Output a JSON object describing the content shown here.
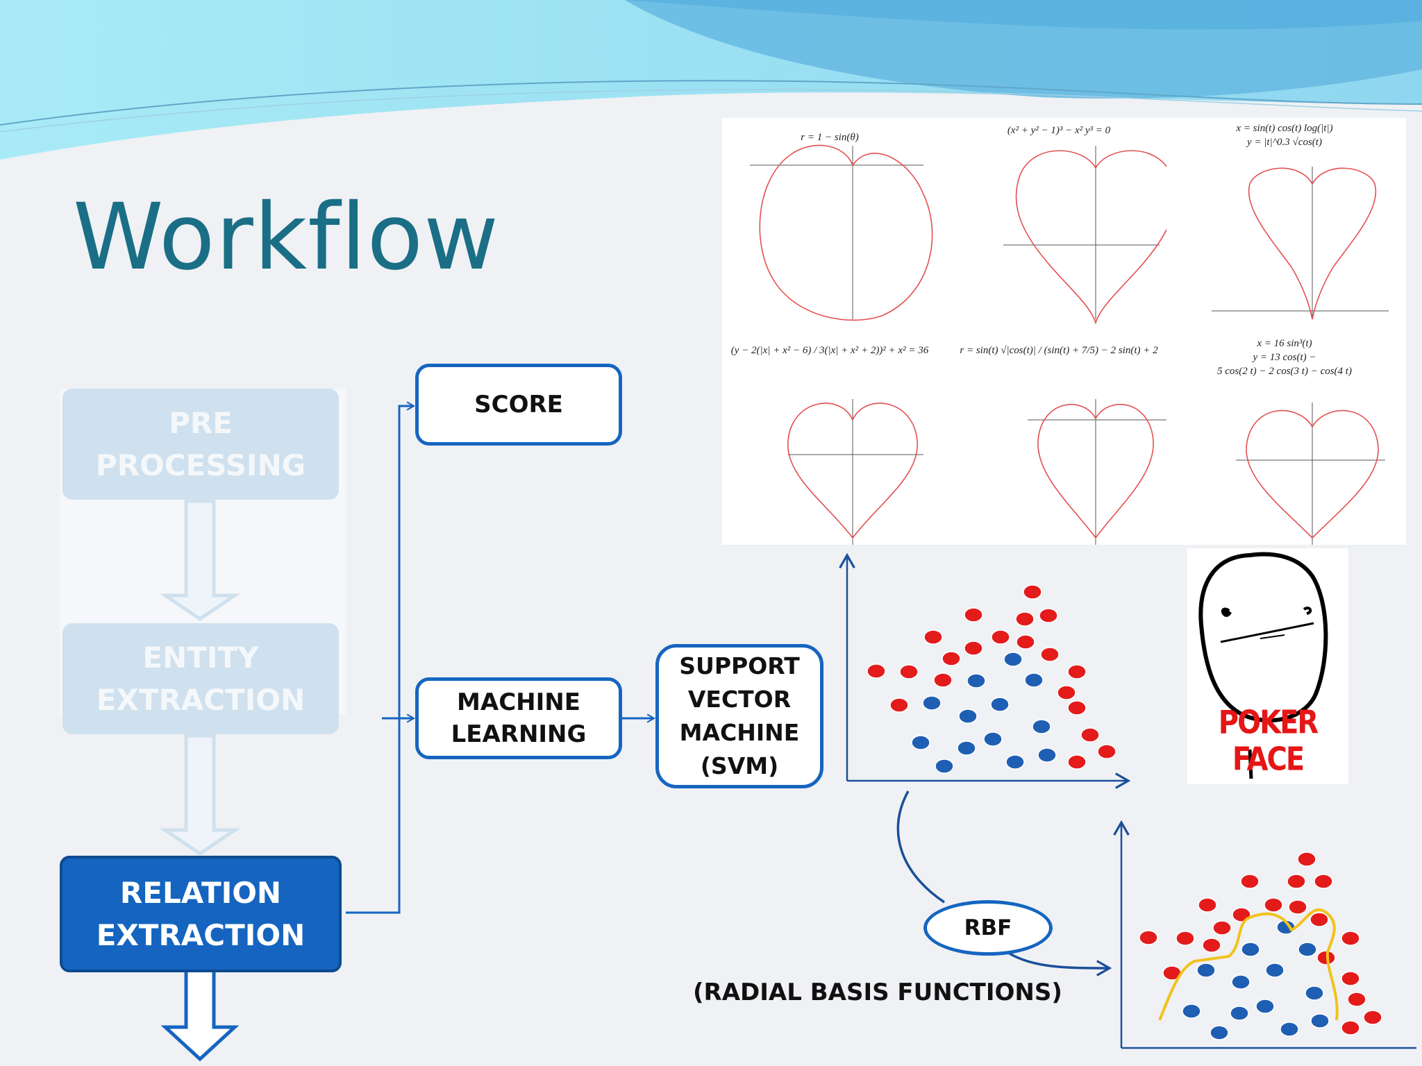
{
  "slide": {
    "title": "Workflow",
    "stages": [
      {
        "lines": [
          "PRE",
          "PROCESSING"
        ],
        "state": "faded"
      },
      {
        "lines": [
          "ENTITY",
          "EXTRACTION"
        ],
        "state": "faded"
      },
      {
        "lines": [
          "RELATION",
          "EXTRACTION"
        ],
        "state": "active"
      }
    ],
    "branches": {
      "score": "SCORE",
      "machine_learning": [
        "MACHINE",
        "LEARNING"
      ],
      "svm": [
        "SUPPORT",
        "VECTOR",
        "MACHINE",
        "(SVM)"
      ]
    },
    "rbf": {
      "label": "RBF",
      "caption": "(RADIAL BASIS FUNCTIONS)"
    },
    "heart_equations": [
      [
        "r = 1 − sin(θ)"
      ],
      [
        "(x² + y² − 1)³ − x² y³ = 0"
      ],
      [
        "x = sin(t) cos(t) log(|t|)",
        "y = |t|^0.3 √cos(t)"
      ],
      [
        "(y − 2(|x| + x² − 6) / 3(|x| + x² + 2))² + x² = 36"
      ],
      [
        "r = sin(t) √|cos(t)| / (sin(t) + 7/5) − 2 sin(t) + 2"
      ],
      [
        "x = 16 sin³(t)",
        "y = 13 cos(t) −",
        "5 cos(2 t) − 2 cos(3 t) − cos(4 t)"
      ]
    ],
    "meme_label": "POKER FACE"
  },
  "colors": {
    "title": "#1a6e86",
    "accent": "#1565c0",
    "faded_stage": "#cfe0ee",
    "red_point": "#e31b1b",
    "blue_point": "#1f5fb3",
    "decision_boundary": "#f2c21b",
    "heart_curve": "#e2504f"
  }
}
